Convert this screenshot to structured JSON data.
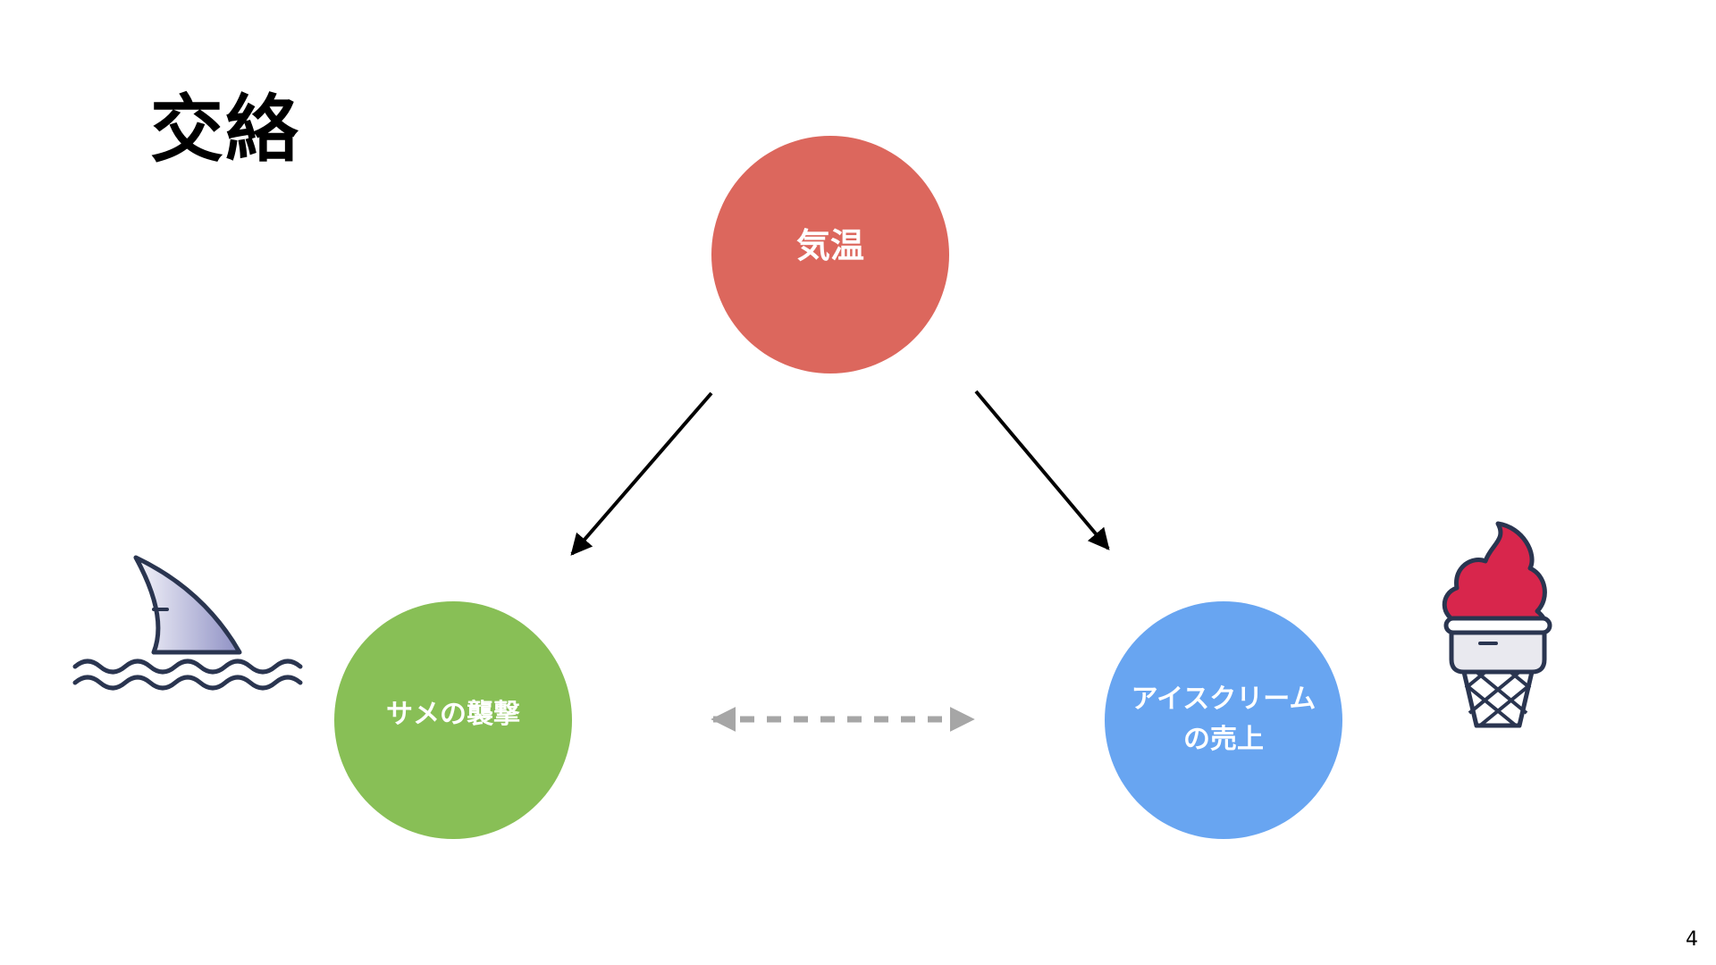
{
  "slide": {
    "title": "交絡",
    "page_number": "4"
  },
  "nodes": {
    "temperature": {
      "label": "気温",
      "color": "#dc675d"
    },
    "shark_attacks": {
      "label": "サメの襲撃",
      "color": "#88bf56"
    },
    "ice_cream_sales": {
      "label": "アイスクリーム\nの売上",
      "color": "#68a5f1"
    }
  },
  "edges": [
    {
      "from": "temperature",
      "to": "shark_attacks",
      "style": "solid-arrow"
    },
    {
      "from": "temperature",
      "to": "ice_cream_sales",
      "style": "solid-arrow"
    },
    {
      "from": "shark_attacks",
      "to": "ice_cream_sales",
      "style": "dashed-double-arrow"
    }
  ],
  "icons": {
    "left": "shark-fin-icon",
    "right": "ice-cream-cone-icon"
  },
  "colors": {
    "arrow": "#000000",
    "dashed_arrow": "#a6a6a6",
    "icon_outline": "#2a3550",
    "ice_cream": "#d8264c"
  }
}
